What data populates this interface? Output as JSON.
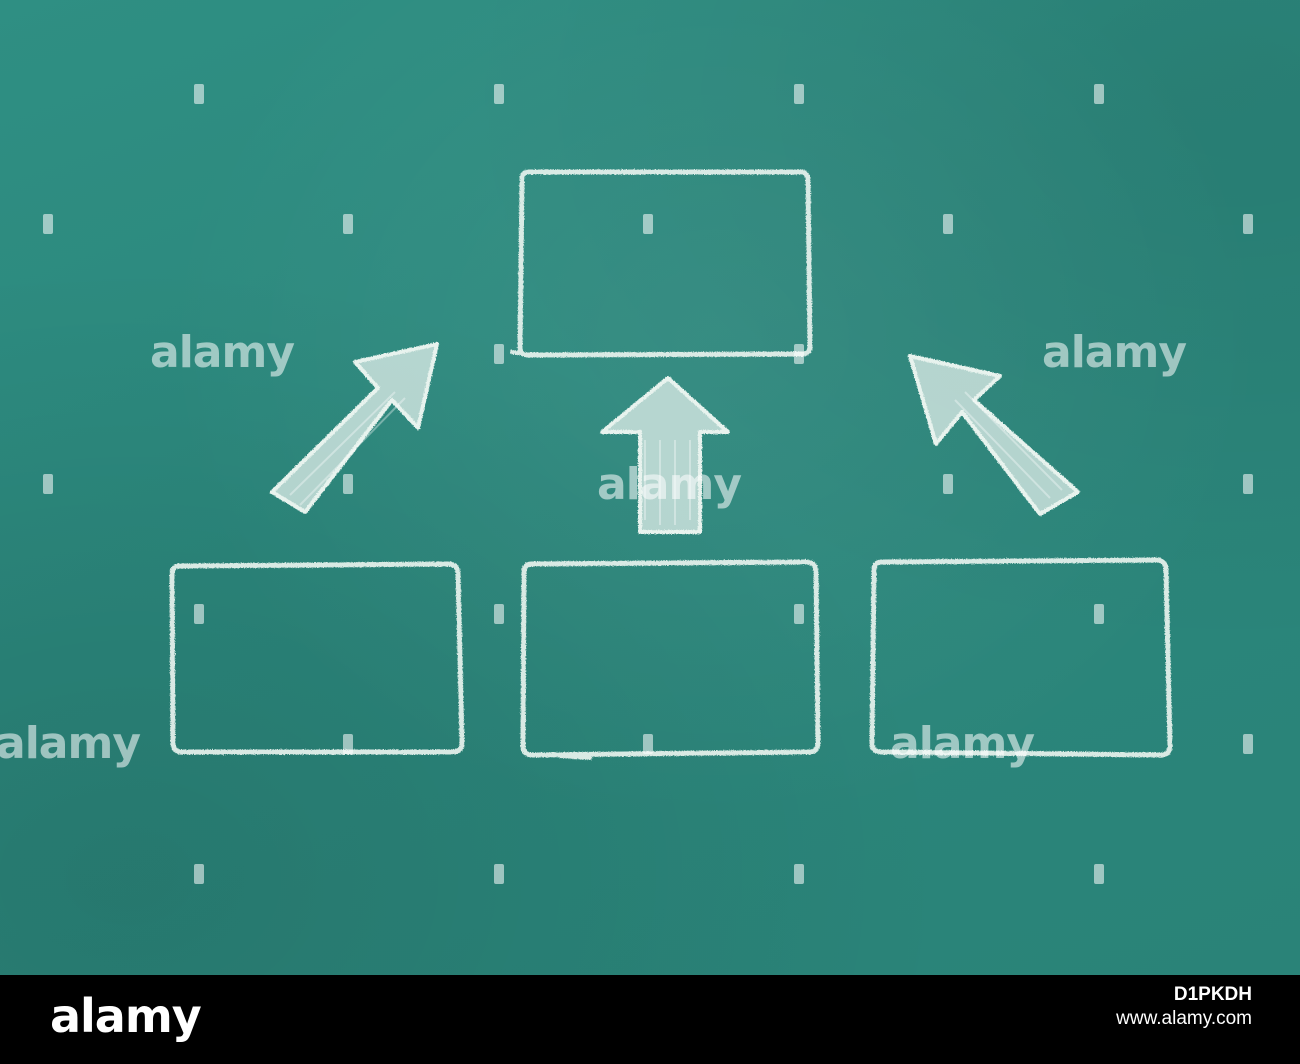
{
  "watermark": {
    "word": "alamy"
  },
  "footer": {
    "logo_text": "alamy",
    "image_id": "D1PKDH",
    "url": "www.alamy.com"
  },
  "colors": {
    "board": "#2b877c",
    "chalk": "#e8f3ee",
    "footer_bg": "#000000",
    "footer_text": "#ffffff"
  }
}
